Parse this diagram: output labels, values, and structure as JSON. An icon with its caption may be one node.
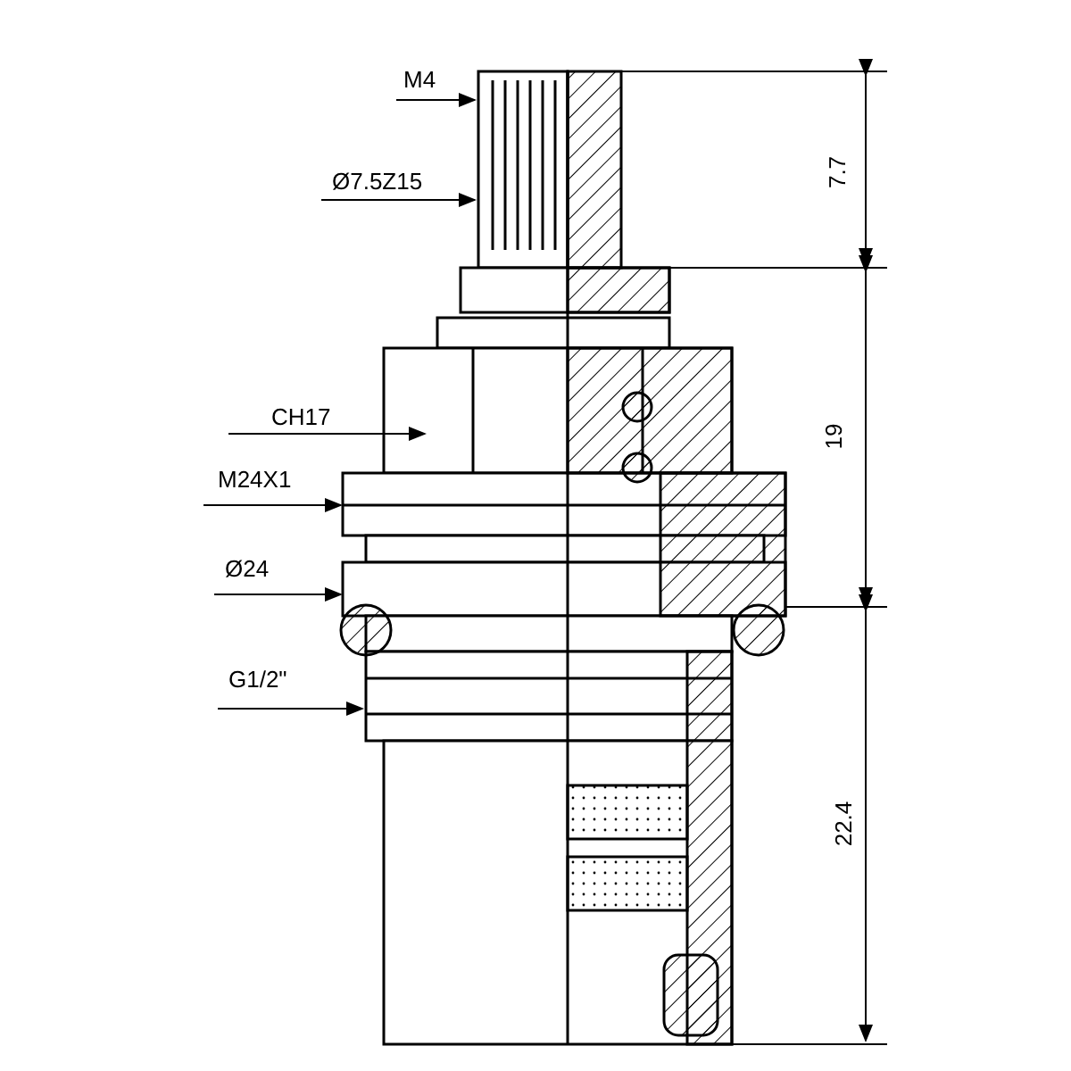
{
  "diagram": {
    "nodes": [
      {
        "text": [
          "M4"
        ]
      },
      {
        "text": [
          "Ø7.5Z15"
        ]
      },
      {
        "text": [
          "CH17"
        ]
      },
      {
        "text": [
          "M24X1"
        ]
      },
      {
        "text": [
          "Ø24"
        ]
      },
      {
        "text": [
          "G1/2\""
        ]
      }
    ],
    "edges": [
      {
        "from": 0,
        "to": null,
        "arrow": "to"
      },
      {
        "from": 1,
        "to": null,
        "arrow": "to"
      },
      {
        "from": 2,
        "to": null,
        "arrow": "to"
      },
      {
        "from": 3,
        "to": null,
        "arrow": "to"
      },
      {
        "from": 4,
        "to": null,
        "arrow": "to"
      },
      {
        "from": 5,
        "to": null,
        "arrow": "to"
      }
    ],
    "labels": [
      "7.7",
      "19",
      "22.4"
    ]
  }
}
